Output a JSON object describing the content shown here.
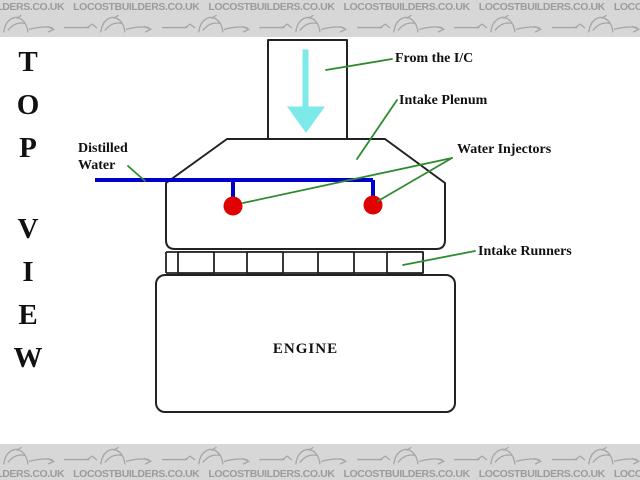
{
  "watermark": {
    "text": "LOCOSTBUILDERS.CO.UK"
  },
  "title": {
    "top": "TOP",
    "bottom": "VIEW"
  },
  "labels": {
    "from_ic": "From the I/C",
    "intake_plenum": "Intake Plenum",
    "water_injectors": "Water Injectors",
    "intake_runners": "Intake Runners",
    "distilled_water": "Distilled\nWater",
    "engine": "ENGINE"
  },
  "colors": {
    "outline": "#222222",
    "airflow_cyan": "#7de9e9",
    "water_pipe_blue": "#0000cc",
    "injector_red": "#e10000",
    "pointer_green": "#2e8b2e",
    "banner_bg": "#d7d7d7",
    "watermark_gray": "#9c9c9c"
  }
}
